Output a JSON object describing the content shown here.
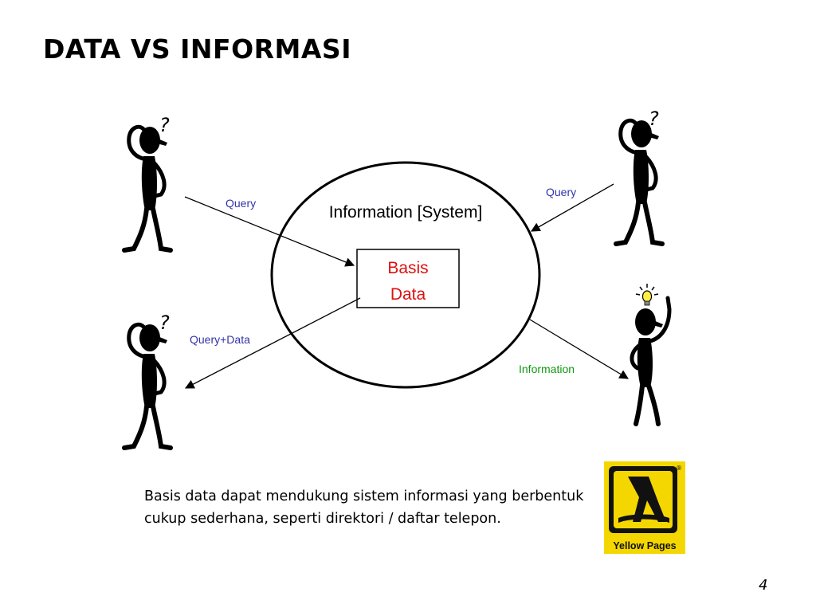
{
  "slide": {
    "title": "DATA VS INFORMASI",
    "body_text": "Basis data dapat mendukung sistem informasi yang berbentuk cukup sederhana, seperti direktori / daftar telepon.",
    "page_number": "4"
  },
  "diagram": {
    "system_label": "Information [System]",
    "database_label_line1": "Basis",
    "database_label_line2": "Data",
    "question_mark": "?",
    "arrows": {
      "query_left": "Query",
      "query_right": "Query",
      "query_data": "Query+Data",
      "information": "Information"
    },
    "logo_text": "Yellow Pages",
    "logo_registered": "®"
  },
  "colors": {
    "query_label": "#3333aa",
    "information_label": "#119911",
    "database_label": "#dd1111",
    "logo_yellow": "#f4d600"
  }
}
